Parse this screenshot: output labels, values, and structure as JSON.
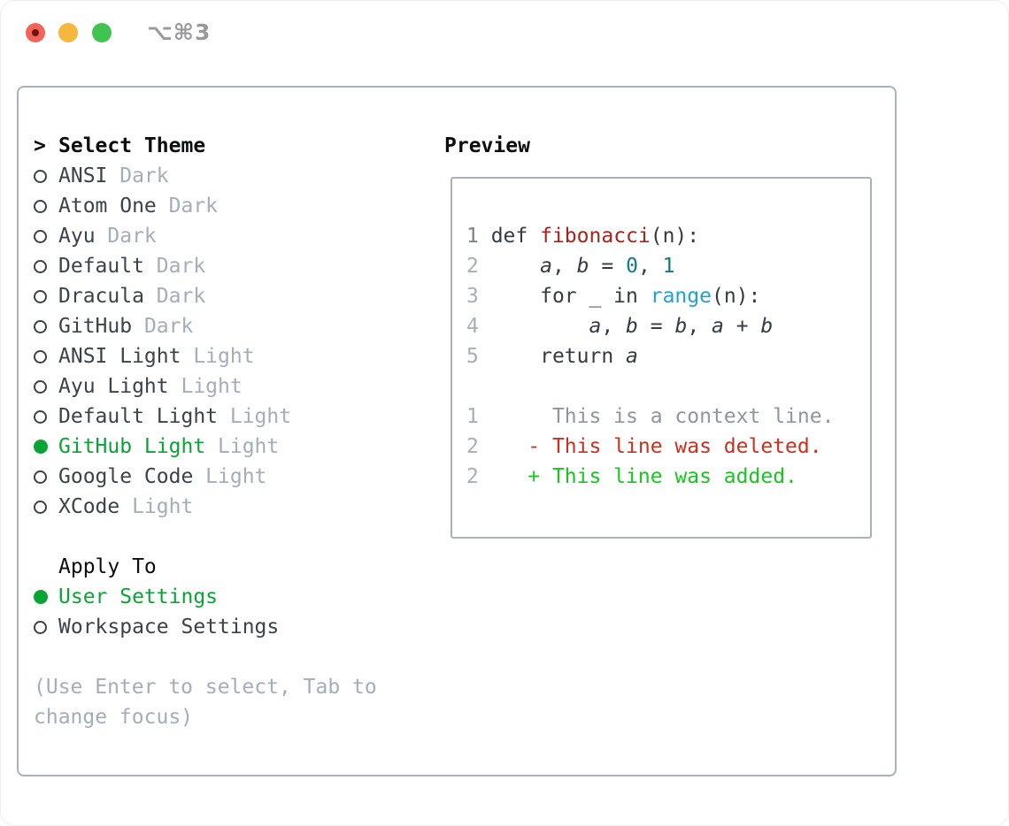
{
  "window": {
    "title": "⌥⌘3",
    "traffic_lights": [
      "close-button",
      "minimize-button",
      "zoom-button"
    ]
  },
  "theme_picker": {
    "cursor": ">",
    "title": "Select Theme",
    "themes": [
      {
        "name": "ANSI",
        "variant": "Dark",
        "selected": false
      },
      {
        "name": "Atom One",
        "variant": "Dark",
        "selected": false
      },
      {
        "name": "Ayu",
        "variant": "Dark",
        "selected": false
      },
      {
        "name": "Default",
        "variant": "Dark",
        "selected": false
      },
      {
        "name": "Dracula",
        "variant": "Dark",
        "selected": false
      },
      {
        "name": "GitHub",
        "variant": "Dark",
        "selected": false
      },
      {
        "name": "ANSI Light",
        "variant": "Light",
        "selected": false
      },
      {
        "name": "Ayu Light",
        "variant": "Light",
        "selected": false
      },
      {
        "name": "Default Light",
        "variant": "Light",
        "selected": false
      },
      {
        "name": "GitHub Light",
        "variant": "Light",
        "selected": true
      },
      {
        "name": "Google Code",
        "variant": "Light",
        "selected": false
      },
      {
        "name": "XCode",
        "variant": "Light",
        "selected": false
      }
    ],
    "apply_to": {
      "label": "Apply To",
      "options": [
        {
          "label": "User Settings",
          "selected": true
        },
        {
          "label": "Workspace Settings",
          "selected": false
        }
      ]
    },
    "help": "(Use Enter to select, Tab to change focus)"
  },
  "preview": {
    "title": "Preview",
    "lines": [
      {
        "tokens": [
          {
            "t": "1",
            "c": "lnum_focus"
          },
          {
            "t": " def ",
            "c": "code"
          },
          {
            "t": "fibonacci",
            "c": "func"
          },
          {
            "t": "(n):",
            "c": "code"
          }
        ]
      },
      {
        "tokens": [
          {
            "t": "2",
            "c": "lnum"
          },
          {
            "t": "     ",
            "c": "code"
          },
          {
            "t": "a",
            "c": "var"
          },
          {
            "t": ", ",
            "c": "code"
          },
          {
            "t": "b",
            "c": "var"
          },
          {
            "t": " = ",
            "c": "code"
          },
          {
            "t": "0",
            "c": "lit"
          },
          {
            "t": ", ",
            "c": "code"
          },
          {
            "t": "1",
            "c": "lit"
          }
        ]
      },
      {
        "tokens": [
          {
            "t": "3",
            "c": "lnum"
          },
          {
            "t": "     for _ in ",
            "c": "code"
          },
          {
            "t": "range",
            "c": "call"
          },
          {
            "t": "(n):",
            "c": "code"
          }
        ]
      },
      {
        "tokens": [
          {
            "t": "4",
            "c": "lnum"
          },
          {
            "t": "         ",
            "c": "code"
          },
          {
            "t": "a",
            "c": "var"
          },
          {
            "t": ", ",
            "c": "code"
          },
          {
            "t": "b",
            "c": "var"
          },
          {
            "t": " = ",
            "c": "code"
          },
          {
            "t": "b",
            "c": "var"
          },
          {
            "t": ", ",
            "c": "code"
          },
          {
            "t": "a",
            "c": "var"
          },
          {
            "t": " + ",
            "c": "code"
          },
          {
            "t": "b",
            "c": "var"
          }
        ]
      },
      {
        "tokens": [
          {
            "t": "5",
            "c": "lnum"
          },
          {
            "t": "     return ",
            "c": "code"
          },
          {
            "t": "a",
            "c": "var"
          }
        ]
      },
      {
        "tokens": []
      },
      {
        "tokens": [
          {
            "t": "1",
            "c": "lnum"
          },
          {
            "t": "      This is a context line.",
            "c": "ctx"
          }
        ]
      },
      {
        "tokens": [
          {
            "t": "2",
            "c": "lnum"
          },
          {
            "t": "    - This line was deleted.",
            "c": "del"
          }
        ]
      },
      {
        "tokens": [
          {
            "t": "2",
            "c": "lnum"
          },
          {
            "t": "    + This line was added.",
            "c": "add"
          }
        ]
      }
    ]
  },
  "colors": {
    "accent_green": "#0aa435",
    "added_green": "#17c61e",
    "deleted_red": "#cd2f1d",
    "function_red": "#ab211b",
    "literal_teal": "#0d7c84",
    "call_blue": "#21a0d6",
    "code_dark": "#343b42",
    "item_dark": "#3b424a",
    "muted_gray": "#a4adb9",
    "context_gray": "#8f969e",
    "linenum_gray": "#a7afba",
    "linenum_focus": "#7b838c",
    "border_gray": "#a9b1bc",
    "header_black": "#0c0d0e",
    "title_gray": "#97999c",
    "traffic_red": "#f3635a",
    "traffic_red_dot": "#70110a",
    "traffic_yellow": "#f5b73d",
    "traffic_green": "#3fc44f"
  }
}
